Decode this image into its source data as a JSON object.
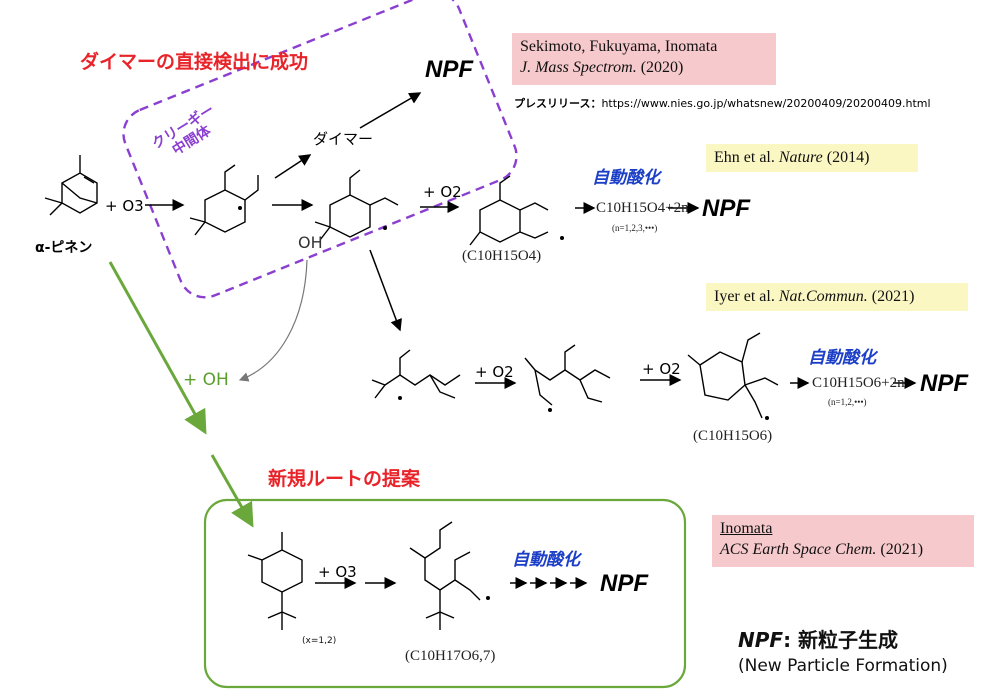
{
  "title_dimer": "ダイマーの直接検出に成功",
  "title_newroute": "新規ルートの提案",
  "criegee_label": "クリーギー中間体",
  "dimer_label": "ダイマー",
  "autoxidation_label": "自動酸化",
  "npf": "NPF",
  "reagents": {
    "alpha_pinene": "α-ピネン",
    "plus_o3": "+ O3",
    "plus_o2": "+ O2",
    "oh": "OH",
    "plus_oh": "+ OH",
    "x_note": "(x=1,2)"
  },
  "formulas": {
    "c10h15o4": "(C10H15O4)",
    "c10h15o6": "(C10H15O6)",
    "c10h17o67": "(C10H17O6,7)",
    "series1": "C10H15O4+2n",
    "series1_n": "(n=1,2,3,•••)",
    "series2": "C10H15O6+2n",
    "series2_n": "(n=1,2,•••)"
  },
  "references": {
    "sekimoto_authors": "Sekimoto, Fukuyama, Inomata",
    "sekimoto_journal": "J. Mass Spectrom.",
    "sekimoto_year": "(2020)",
    "ehn_authors": "Ehn et al.",
    "ehn_journal": "Nature",
    "ehn_year": "(2014)",
    "iyer_authors": "Iyer et al.",
    "iyer_journal": "Nat.Commun.",
    "iyer_year": "(2021)",
    "inomata_author": "Inomata",
    "inomata_journal": "ACS Earth Space Chem.",
    "inomata_year": "(2021)"
  },
  "press_release": {
    "label": "プレスリリース：",
    "url": "https://www.nies.go.jp/whatsnew/20200409/20200409.html"
  },
  "legend": {
    "npf": "NPF",
    "colon_text": ": 新粒子生成",
    "full": "(New Particle Formation)"
  },
  "colors": {
    "red": "#e8242a",
    "purple": "#8a3fd1",
    "blue": "#1c3fc7",
    "green": "#6aa83b",
    "pink": "#f6c9cc",
    "yellow": "#fbf7c3"
  }
}
